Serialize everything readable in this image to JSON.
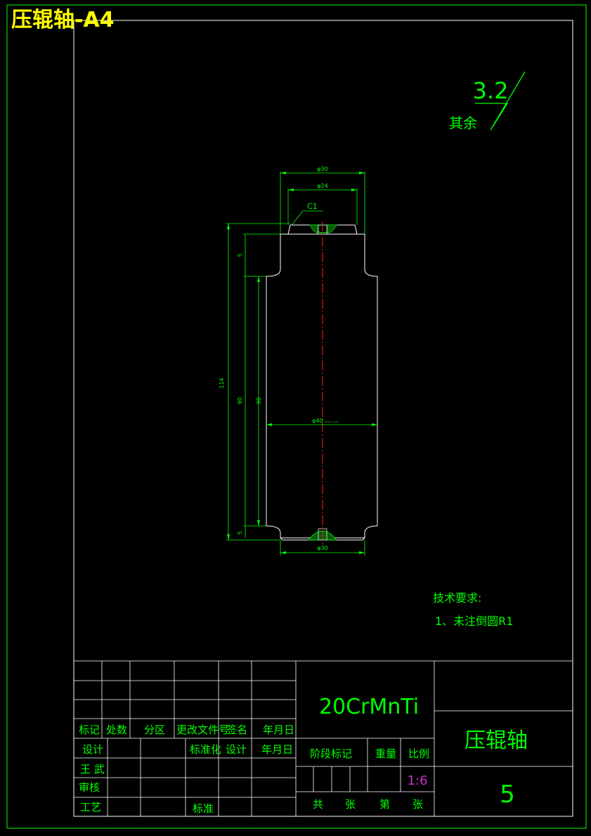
{
  "overlay_title": "压辊轴-A4",
  "roughness": {
    "value": "3.2",
    "prefix": "其余"
  },
  "dimensions": {
    "top_outer_dia": "φ30",
    "top_inner_dia": "φ24",
    "chamfer": "C1",
    "total_length": "114",
    "mid_length_a": "90",
    "mid_length_b": "90",
    "shoulder_top": "5",
    "shoulder_bottom": "5",
    "body_dia": "φ40",
    "body_tolerance": "+0.02 / -0.01",
    "bottom_dia": "φ30"
  },
  "tech_requirements": {
    "heading": "技术要求:",
    "item1": "1、未注倒圆R1"
  },
  "title_block": {
    "headers": {
      "mark": "标记",
      "count": "处数",
      "zone": "分区",
      "doc_no": "更改文件号",
      "sign": "签名",
      "date": "年月日"
    },
    "rows": {
      "design": "设计",
      "standardize": "标准化",
      "design2": "设计",
      "date2": "年月日",
      "designer_name": "王 武",
      "review": "审核",
      "process": "工艺",
      "approve": "标准"
    },
    "material": "20CrMnTi",
    "part_name": "压辊轴",
    "stage_mark": "阶段标记",
    "weight": "重量",
    "scale_label": "比例",
    "scale": "1:6",
    "sheet_total": "共",
    "sheet_unit1": "张",
    "sheet_no": "第",
    "sheet_unit2": "张",
    "drawing_number": "5"
  }
}
